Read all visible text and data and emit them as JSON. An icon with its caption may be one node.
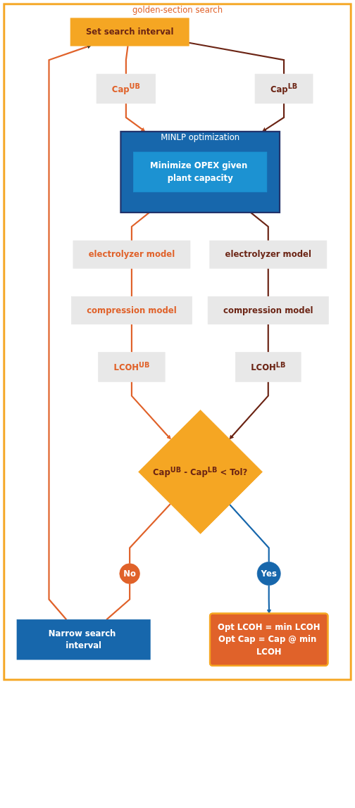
{
  "diagram": {
    "nodes": [
      {
        "text": [
          "golden-section search"
        ]
      },
      {
        "text": [
          "Set search interval"
        ],
        "in": 0
      },
      {
        "text": [
          "Cap$^{LB}$"
        ],
        "in": 0
      },
      {
        "text": [
          "Cap$^{UB}$"
        ],
        "in": 0
      },
      {
        "text": [
          "MINLP optimization"
        ],
        "in": 0
      },
      {
        "text": [
          "Minimize OPEX given plant capacity"
        ],
        "in": 4
      },
      {
        "text": [
          "electrolyzer model"
        ],
        "in": 0
      },
      {
        "text": [
          "compression model"
        ],
        "in": 0
      },
      {
        "text": [
          "LCOH$^{LB}$"
        ],
        "in": 0
      },
      {
        "text": [
          "electrolyzer model"
        ],
        "in": 0
      },
      {
        "text": [
          "compression model"
        ],
        "in": 0
      },
      {
        "text": [
          "LCOH$^{UB}$"
        ],
        "in": 0
      },
      {
        "text": [
          "Cap$^{UB}$ - Cap$^{LB}$ < Tol?"
        ],
        "in": 0
      },
      {
        "text": [
          "No"
        ],
        "in": 0
      },
      {
        "text": [
          "Narrow search interval"
        ],
        "in": 0
      },
      {
        "text": [
          "Yes"
        ],
        "in": 0
      },
      {
        "text": [
          "Opt LCOH = min LCOH",
          "Opt Cap = Cap @ min LCOH"
        ],
        "in": 0
      }
    ],
    "edges": [
      {
        "from": 1,
        "to": 2,
        "arrow": "none",
        "color": "#6b2414"
      },
      {
        "from": 1,
        "to": 3,
        "arrow": "none"
      },
      {
        "from": 2,
        "to": 4,
        "arrow": "to",
        "color": "#6b2414"
      },
      {
        "from": 3,
        "to": 4,
        "arrow": "to"
      },
      {
        "from": 4,
        "to": 6,
        "arrow": "none",
        "color": "#6b2414"
      },
      {
        "from": 6,
        "to": 7,
        "arrow": "none",
        "color": "#6b2414"
      },
      {
        "from": 7,
        "to": 8,
        "arrow": "none",
        "color": "#6b2414"
      },
      {
        "from": 8,
        "to": 12,
        "arrow": "to",
        "color": "#6b2414"
      },
      {
        "from": 4,
        "to": 9,
        "arrow": "none"
      },
      {
        "from": 9,
        "to": 10,
        "arrow": "none"
      },
      {
        "from": 10,
        "to": 11,
        "arrow": "none"
      },
      {
        "from": 11,
        "to": 12,
        "arrow": "to"
      },
      {
        "from": 12,
        "to": 13,
        "arrow": "none"
      },
      {
        "from": 13,
        "to": 14,
        "arrow": "none"
      },
      {
        "from": 14,
        "to": 1,
        "arrow": "to"
      },
      {
        "from": 12,
        "to": 15,
        "arrow": "none",
        "color": "#1767ac"
      },
      {
        "from": 15,
        "to": 16,
        "arrow": "to",
        "color": "#1767ac"
      }
    ]
  }
}
